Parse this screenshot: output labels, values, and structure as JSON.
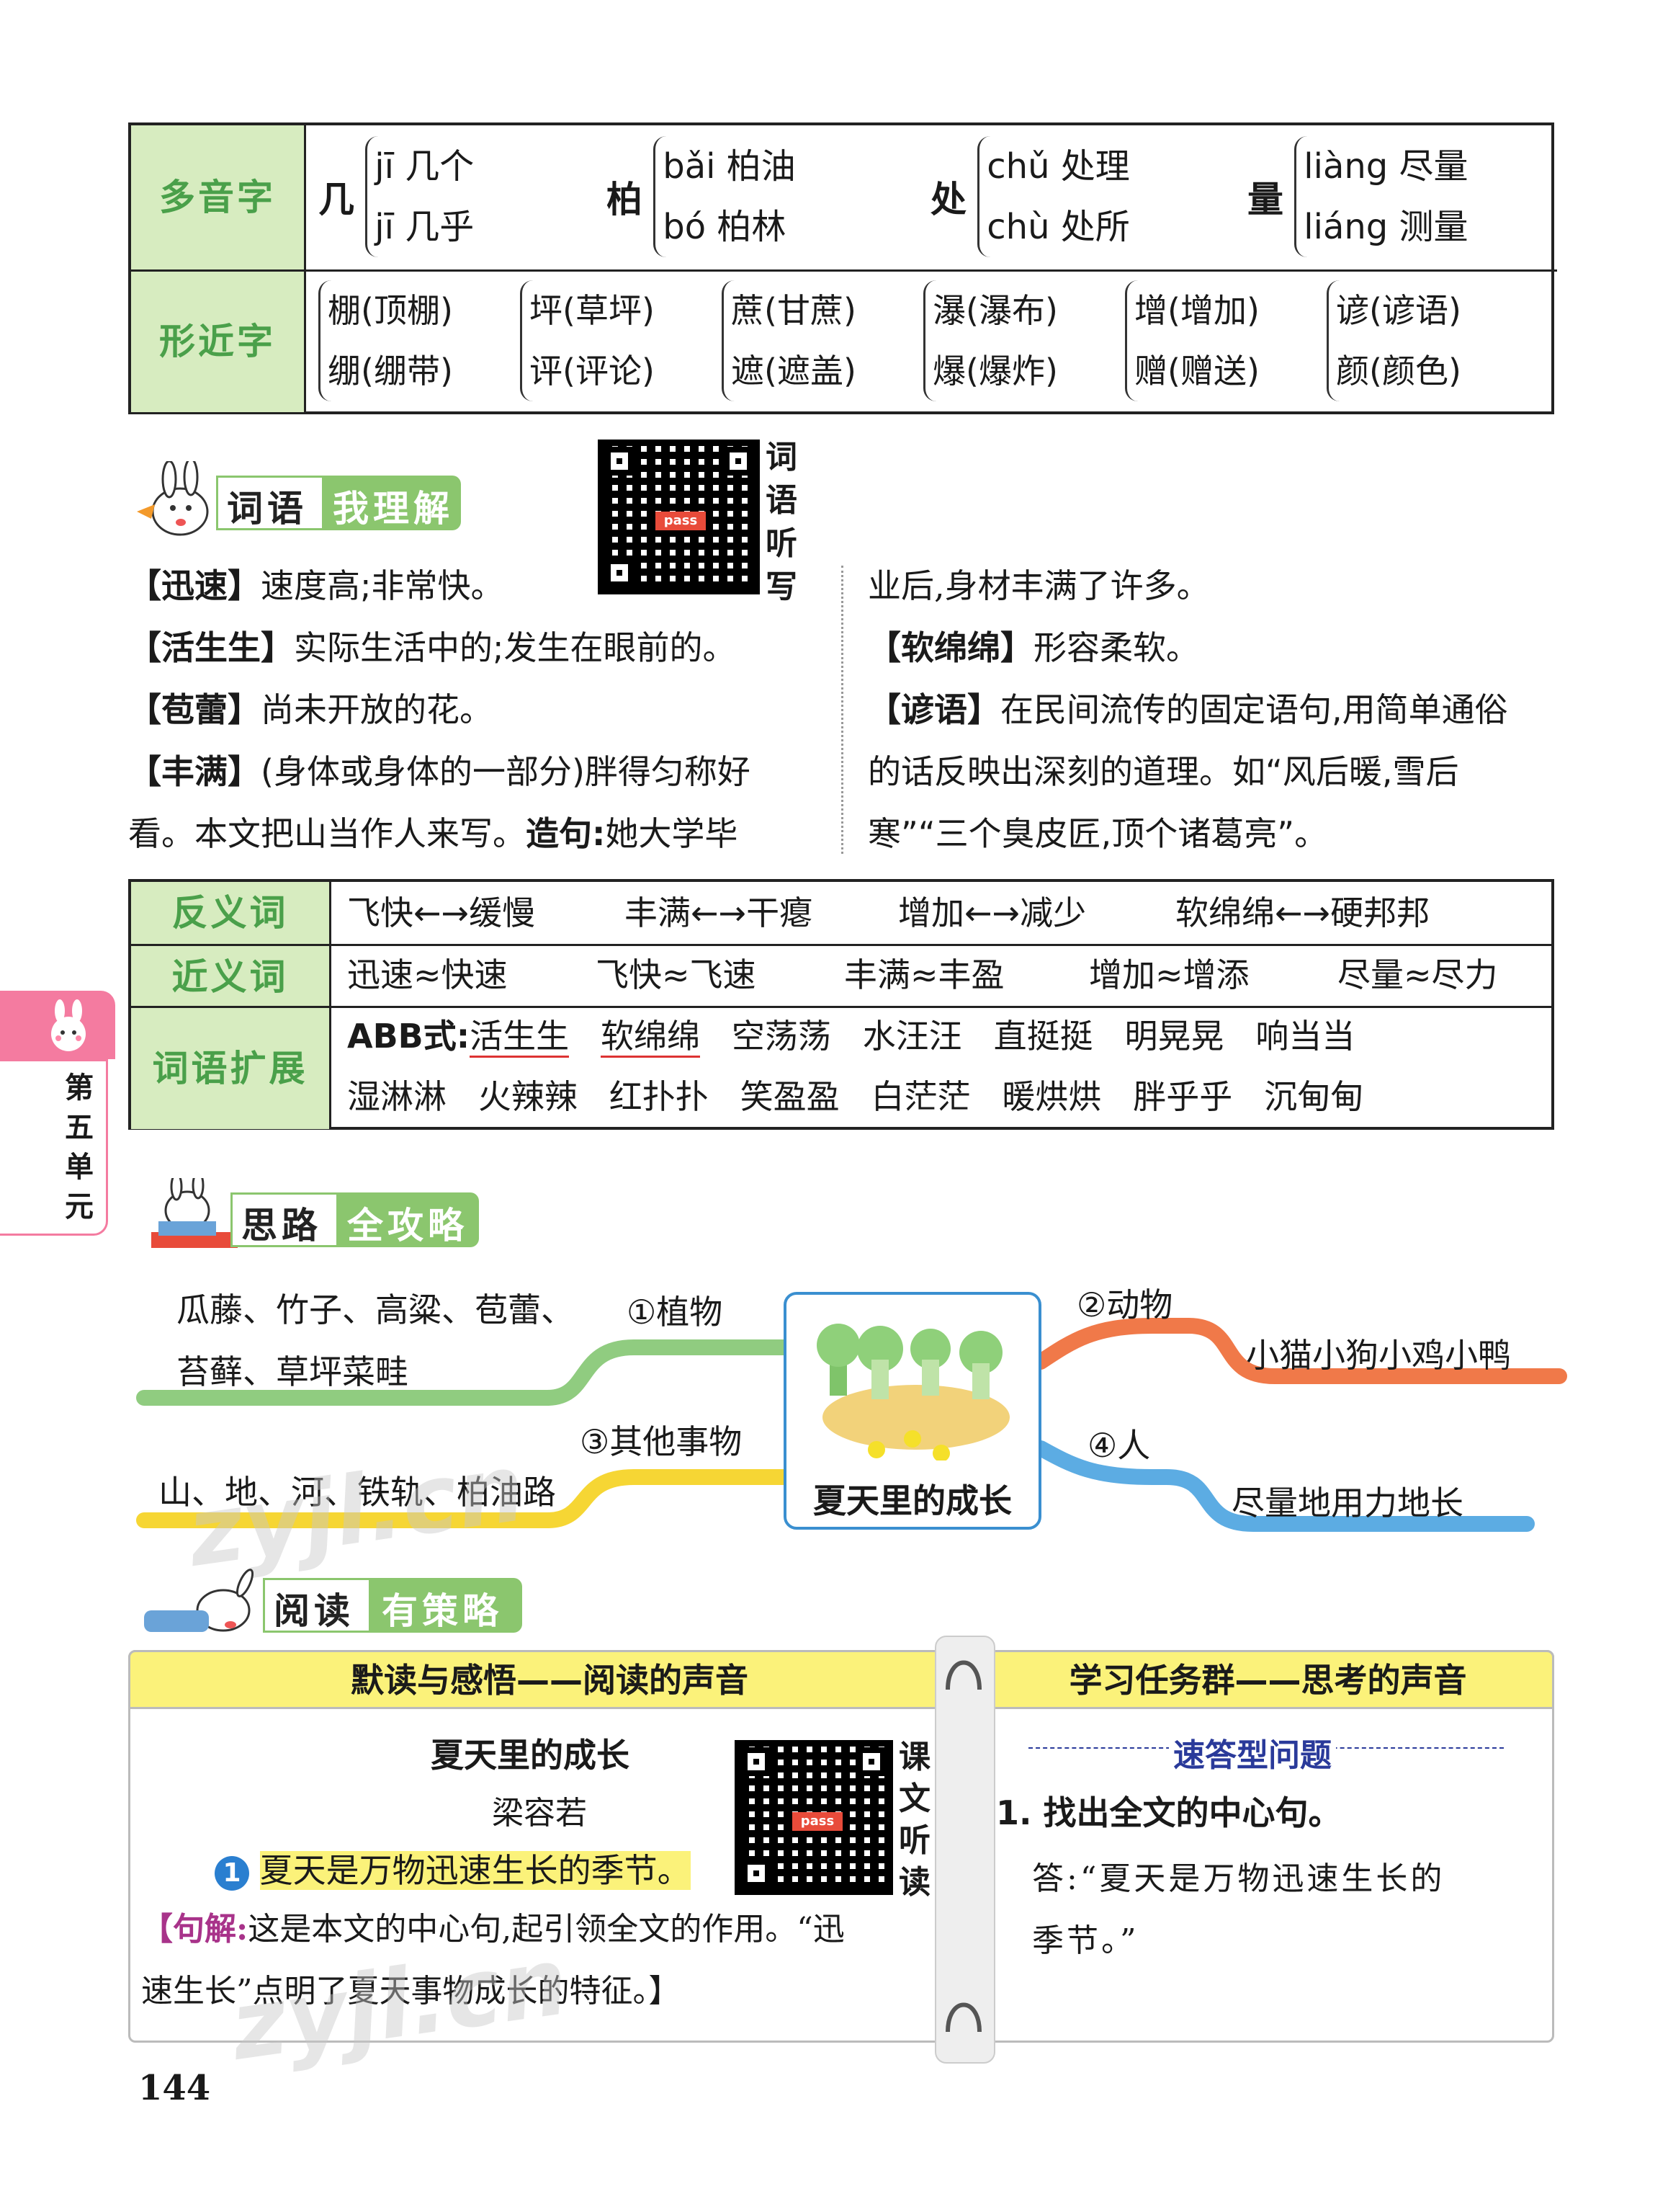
{
  "polyphones": {
    "label": "多音字",
    "items": [
      {
        "char": "几",
        "readings": [
          "jī 几个",
          "jī 几乎"
        ]
      },
      {
        "char": "柏",
        "readings": [
          "bǎi 柏油",
          "bó 柏林"
        ]
      },
      {
        "char": "处",
        "readings": [
          "chǔ 处理",
          "chù 处所"
        ]
      },
      {
        "char": "量",
        "readings": [
          "liàng 尽量",
          "liáng 测量"
        ]
      }
    ]
  },
  "similar_chars": {
    "label": "形近字",
    "pairs": [
      [
        "棚(顶棚)",
        "绷(绷带)"
      ],
      [
        "坪(草坪)",
        "评(评论)"
      ],
      [
        "蔗(甘蔗)",
        "遮(遮盖)"
      ],
      [
        "瀑(瀑布)",
        "爆(爆炸)"
      ],
      [
        "增(增加)",
        "赠(赠送)"
      ],
      [
        "谚(谚语)",
        "颜(颜色)"
      ]
    ]
  },
  "vocab_section": {
    "title1": "词语",
    "title2": "我理解",
    "qr_label": [
      "词",
      "语",
      "听",
      "写"
    ],
    "left": [
      {
        "term": "【迅速】",
        "def": "速度高;非常快。"
      },
      {
        "term": "【活生生】",
        "def": "实际生活中的;发生在眼前的。"
      },
      {
        "term": "【苞蕾】",
        "def": "尚未开放的花。"
      },
      {
        "term": "【丰满】",
        "def": "(身体或身体的一部分)胖得匀称好"
      }
    ],
    "left_line5_a": "看。本文把山当作人来写。",
    "left_line5_b": "造句:",
    "left_line5_c": "她大学毕",
    "right_line1": "业后,身材丰满了许多。",
    "right_terms": [
      {
        "term": "【软绵绵】",
        "def": "形容柔软。"
      },
      {
        "term": "【谚语】",
        "def": "在民间流传的固定语句,用简单通俗"
      }
    ],
    "right_line4": "的话反映出深刻的道理。如“风后暖,雪后",
    "right_line5": "寒”“三个臭皮匠,顶个诸葛亮”。"
  },
  "word_table": {
    "antonym_label": "反义词",
    "antonyms": [
      "飞快←→缓慢",
      "丰满←→干瘪",
      "增加←→减少",
      "软绵绵←→硬邦邦"
    ],
    "synonym_label": "近义词",
    "synonyms": [
      "迅速≈快速",
      "飞快≈飞速",
      "丰满≈丰盈",
      "增加≈增添",
      "尽量≈尽力"
    ],
    "expand_label": "词语扩展",
    "abb_prefix": "ABB式:",
    "abb_row1": [
      "活生生",
      "软绵绵",
      "空荡荡",
      "水汪汪",
      "直挺挺",
      "明晃晃",
      "响当当"
    ],
    "abb_row2": [
      "湿淋淋",
      "火辣辣",
      "红扑扑",
      "笑盈盈",
      "白茫茫",
      "暖烘烘",
      "胖乎乎",
      "沉甸甸"
    ]
  },
  "side_tab": {
    "text": [
      "第",
      "五",
      "单",
      "元"
    ]
  },
  "mindmap_section": {
    "title1": "思路",
    "title2": "全攻略",
    "center": "夏天里的成长",
    "branches": [
      {
        "label": "①植物",
        "detail_line1": "瓜藤、竹子、高粱、苞蕾、",
        "detail_line2": "苔藓、草坪菜畦",
        "color": "#7cc36a"
      },
      {
        "label": "②动物",
        "detail_line1": "小猫小狗小鸡小鸭",
        "color": "#ee6a35"
      },
      {
        "label": "③其他事物",
        "detail_line1": "山、地、河、铁轨、柏油路",
        "color": "#f5d11e"
      },
      {
        "label": "④人",
        "detail_line1": "尽量地用力地长",
        "color": "#4aa3e0"
      }
    ]
  },
  "reading_section": {
    "title1": "阅读",
    "title2": "有策略",
    "left_header": "默读与感悟——阅读的声音",
    "right_header": "学习任务群——思考的声音",
    "text_title": "夏天里的成长",
    "author": "梁容若",
    "qr_label": [
      "课",
      "文",
      "听",
      "读"
    ],
    "para_num": "1",
    "para_text": "夏天是万物迅速生长的季节。",
    "note_tag": "【句解:",
    "note_line1": "这是本文的中心句,起引领全文的作用。“迅",
    "note_line2": "速生长”点明了夏天事物成长的特征。】",
    "q_type": "速答型问题",
    "question": "1. 找出全文的中心句。",
    "answer_line1": "答:“夏天是万物迅速生长的",
    "answer_line2": "季节。”"
  },
  "watermark": "zyjl.cn",
  "page_number": "144",
  "colors": {
    "green_label": "#4aa04a",
    "label_bg": "#d7ecc0",
    "yellow": "#fbf27a",
    "pink": "#f47ba0"
  }
}
